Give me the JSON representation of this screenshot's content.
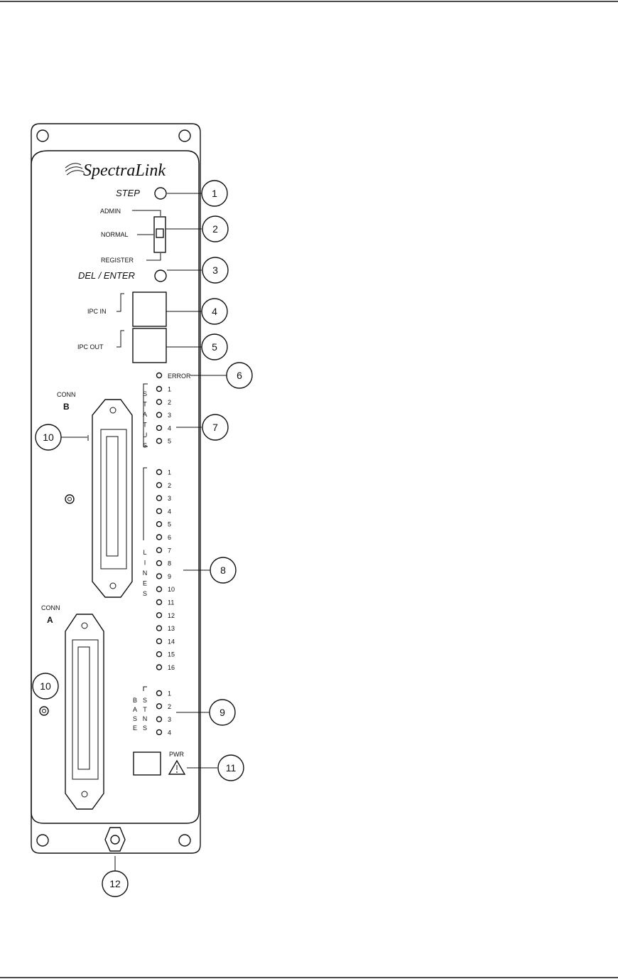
{
  "brand": "SpectraLink",
  "controls": {
    "step": "STEP",
    "admin": "ADMIN",
    "normal": "NORMAL",
    "register": "REGISTER",
    "del_enter": "DEL / ENTER",
    "ipc_in": "IPC IN",
    "ipc_out": "IPC OUT",
    "error": "ERROR",
    "pwr": "PWR"
  },
  "connectors": {
    "conn_label": "CONN",
    "b": "B",
    "a": "A"
  },
  "group_labels": {
    "status": [
      "S",
      "T",
      "A",
      "T",
      "U",
      "S"
    ],
    "lines": [
      "L",
      "I",
      "N",
      "E",
      "S"
    ],
    "base": [
      "B",
      "A",
      "S",
      "E"
    ],
    "stns": [
      "S",
      "T",
      "N",
      "S"
    ]
  },
  "status_leds": [
    "1",
    "2",
    "3",
    "4",
    "5"
  ],
  "line_leds": [
    "1",
    "2",
    "3",
    "4",
    "5",
    "6",
    "7",
    "8",
    "9",
    "10",
    "11",
    "12",
    "13",
    "14",
    "15",
    "16"
  ],
  "base_leds": [
    "1",
    "2",
    "3",
    "4"
  ],
  "callouts": [
    "1",
    "2",
    "3",
    "4",
    "5",
    "6",
    "7",
    "8",
    "9",
    "10",
    "10",
    "11",
    "12"
  ]
}
